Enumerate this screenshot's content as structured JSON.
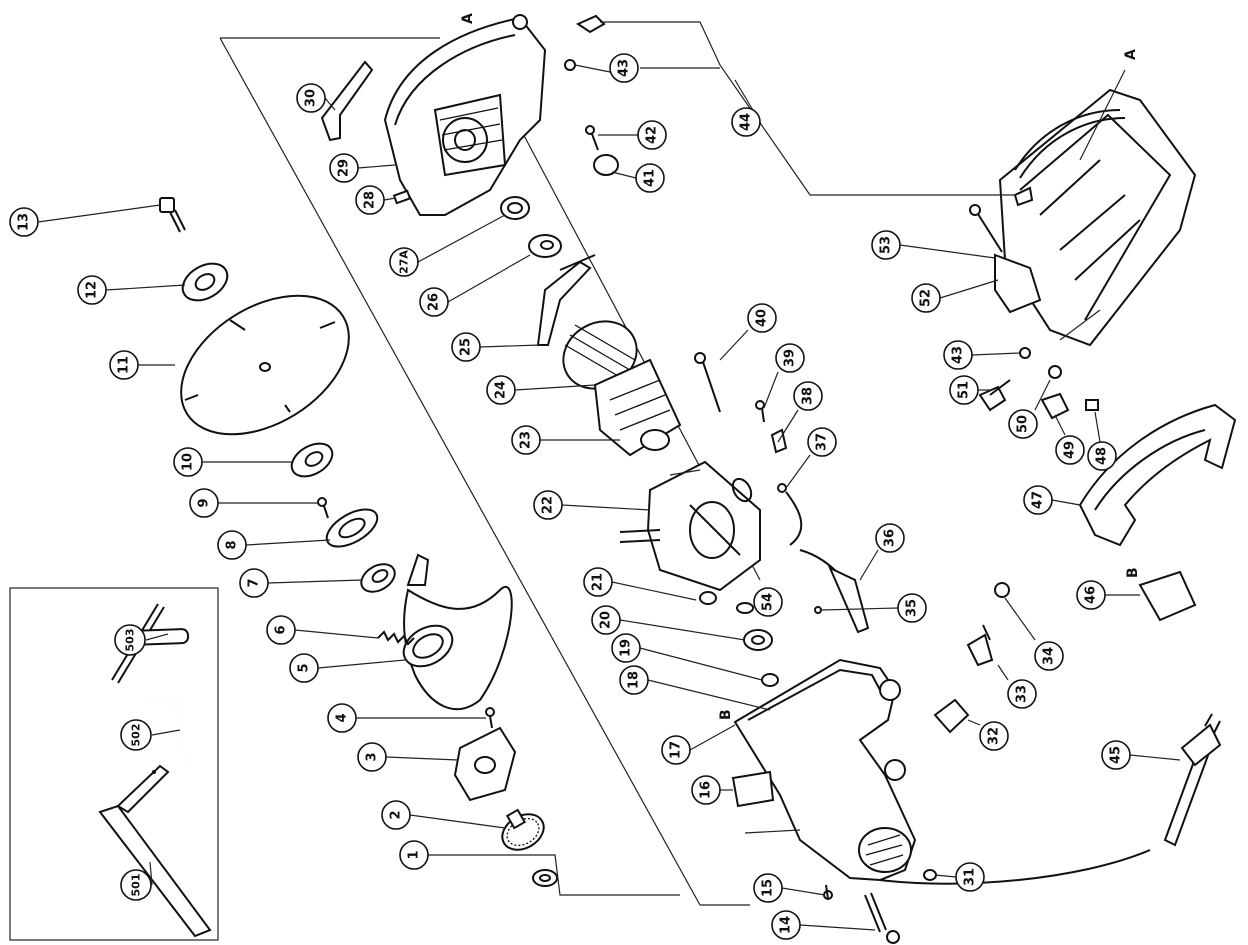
{
  "diagram": {
    "section_markers": [
      "A",
      "A",
      "B",
      "B"
    ],
    "callouts": [
      "1",
      "2",
      "3",
      "4",
      "5",
      "6",
      "7",
      "8",
      "9",
      "10",
      "11",
      "12",
      "13",
      "14",
      "15",
      "16",
      "17",
      "18",
      "19",
      "20",
      "21",
      "22",
      "23",
      "24",
      "25",
      "26",
      "27A",
      "28",
      "29",
      "30",
      "31",
      "32",
      "33",
      "34",
      "35",
      "36",
      "37",
      "38",
      "39",
      "40",
      "41",
      "42",
      "43",
      "43",
      "44",
      "45",
      "46",
      "47",
      "48",
      "49",
      "50",
      "51",
      "52",
      "53",
      "54",
      "501",
      "502",
      "503"
    ]
  }
}
